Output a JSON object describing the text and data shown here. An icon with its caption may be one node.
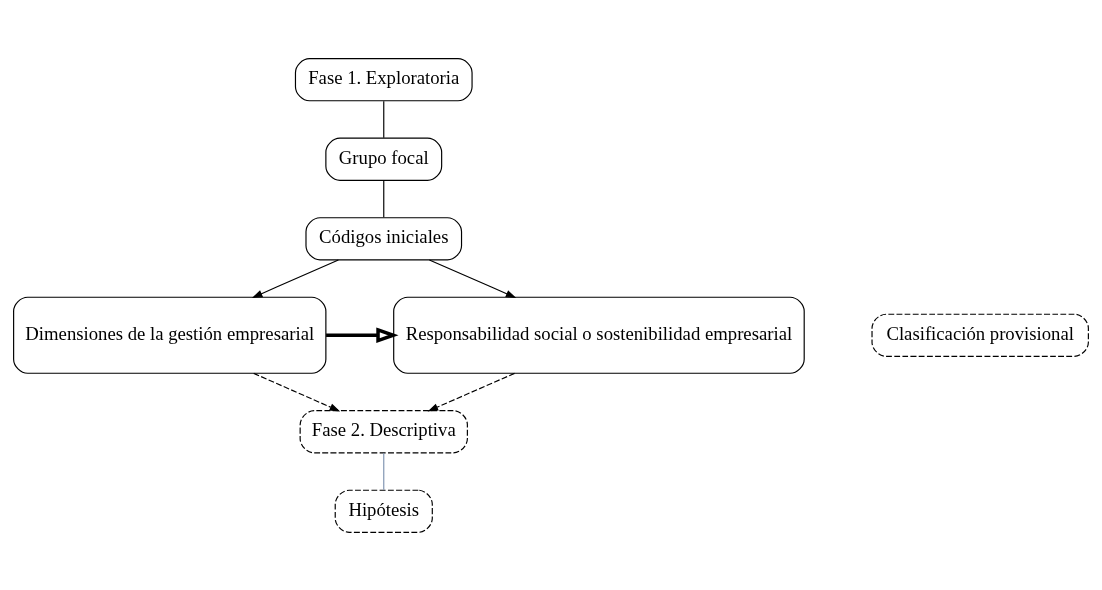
{
  "diagram": {
    "nodes": [
      {
        "text": [
          "Fase 1. Exploratoria"
        ]
      },
      {
        "text": [
          "Grupo focal"
        ]
      },
      {
        "text": [
          "Códigos iniciales"
        ]
      },
      {
        "text": [
          "Clasificación provisional"
        ]
      },
      {
        "text": [
          "Dimensiones de la gestión empresarial"
        ]
      },
      {
        "text": [
          "Responsabilidad social o sostenibilidad empresarial"
        ]
      },
      {
        "text": [
          "Fase 2. Descriptiva"
        ]
      },
      {
        "text": [
          "Hipótesis"
        ]
      }
    ],
    "edges": [
      {
        "from": 0,
        "to": 1,
        "arrow": "none"
      },
      {
        "from": 1,
        "to": 2,
        "arrow": "none"
      },
      {
        "from": 2,
        "to": 4,
        "arrow": "to"
      },
      {
        "from": 2,
        "to": 5,
        "arrow": "to"
      },
      {
        "from": 4,
        "to": 5,
        "arrow": "to",
        "style": "thick"
      },
      {
        "from": 4,
        "to": 6,
        "arrow": "to",
        "style": "dashed"
      },
      {
        "from": 5,
        "to": 6,
        "arrow": "to",
        "style": "dashed"
      },
      {
        "from": 6,
        "to": 7,
        "arrow": "none",
        "color": "#7f93b0"
      }
    ]
  }
}
